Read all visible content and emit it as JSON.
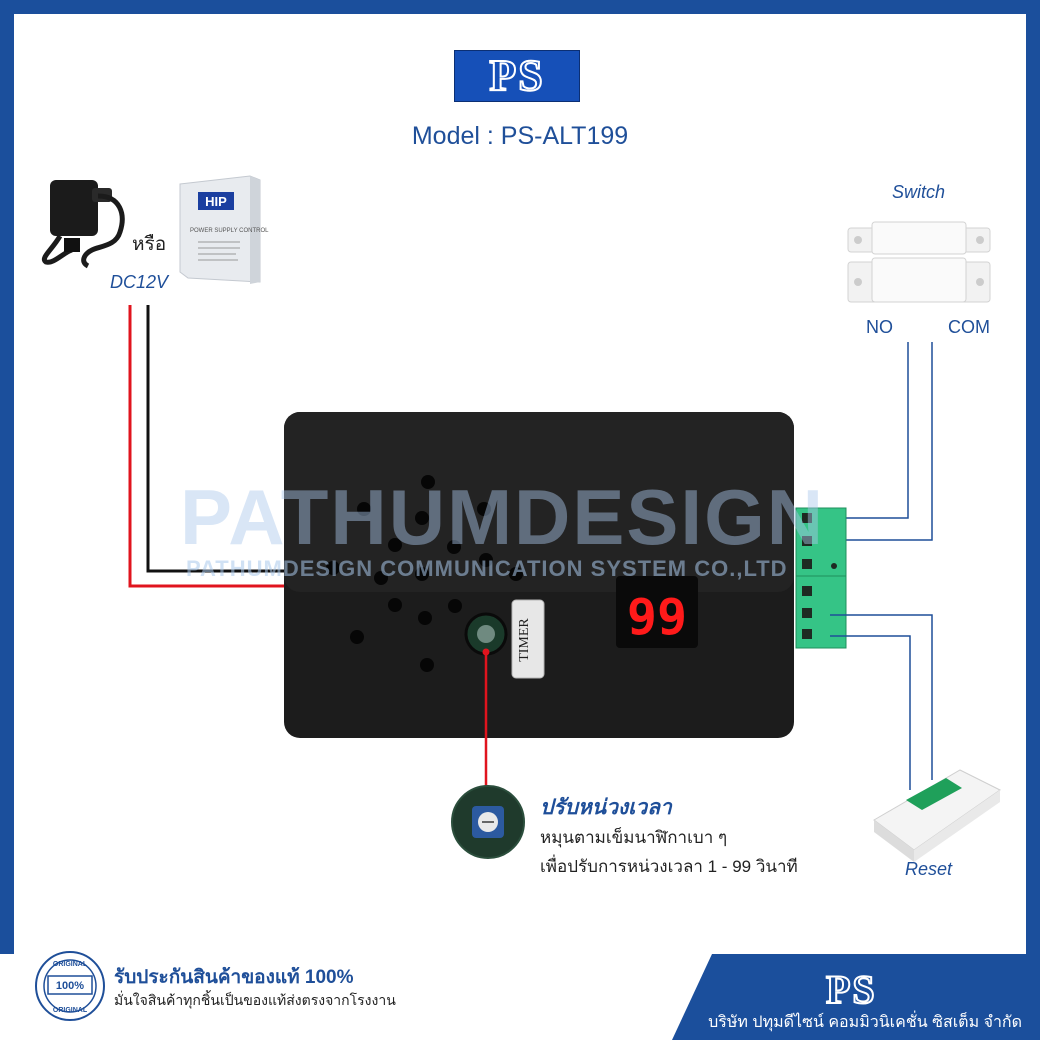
{
  "brand_logo": "PS",
  "model": "Model : PS-ALT199",
  "power": {
    "or_label": "หรือ",
    "voltage_label": "DC12V",
    "hip_logo": "HIP",
    "hip_panel_text": "POWER SUPPLY CONTROL"
  },
  "switch": {
    "title": "Switch",
    "no_label": "NO",
    "com_label": "COM"
  },
  "watermark": {
    "main": "PATHUMDESIGN",
    "sub": "PATHUMDESIGN COMMUNICATION SYSTEM CO.,LTD"
  },
  "device": {
    "display_value": "99",
    "timer_label": "TIMER"
  },
  "reset_label": "Reset",
  "adjust": {
    "title": "ปรับหน่วงเวลา",
    "line1": "หมุนตามเข็มนาฬิกาเบา ๆ",
    "line2": "เพื่อปรับการหน่วงเวลา 1 - 99 วินาที"
  },
  "warranty": {
    "badge_top": "ORIGINAL",
    "badge_mid": "100%",
    "badge_bottom": "ORIGINAL",
    "title": "รับประกันสินค้าของแท้ 100%",
    "subtitle": "มั่นใจสินค้าทุกชิ้นเป็นของแท้ส่งตรงจากโรงงาน"
  },
  "footer": {
    "logo": "PS",
    "company": "บริษัท ปทุมดีไซน์ คอมมิวนิเคชั่น ซิสเต็ม จำกัด"
  },
  "colors": {
    "brand_blue": "#1b4f9c",
    "wire_red": "#e0141e",
    "terminal_green": "#35c486",
    "display_red": "#ff1a1a"
  }
}
